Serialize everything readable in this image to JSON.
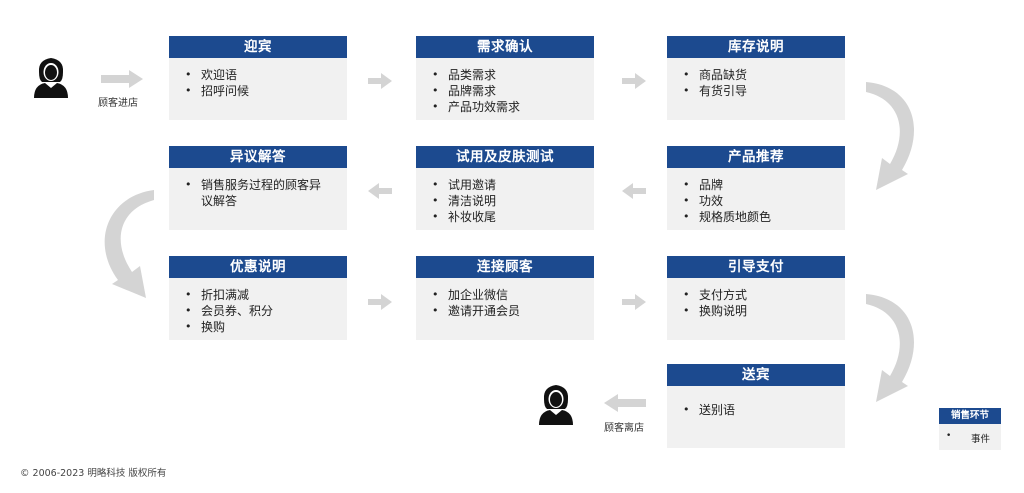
{
  "start": {
    "icon": "woman-icon",
    "caption": "顾客进店"
  },
  "end": {
    "icon": "woman-icon",
    "caption": "顾客离店"
  },
  "cards": {
    "welcome": {
      "title": "迎宾",
      "items": [
        "欢迎语",
        "招呼问候"
      ]
    },
    "needs": {
      "title": "需求确认",
      "items": [
        "品类需求",
        "品牌需求",
        "产品功效需求"
      ]
    },
    "stock": {
      "title": "库存说明",
      "items": [
        "商品缺货",
        "有货引导"
      ]
    },
    "recommend": {
      "title": "产品推荐",
      "items": [
        "品牌",
        "功效",
        "规格质地颜色"
      ]
    },
    "trial": {
      "title": "试用及皮肤测试",
      "items": [
        "试用邀请",
        "清洁说明",
        "补妆收尾"
      ]
    },
    "objection": {
      "title": "异议解答",
      "items": [
        "销售服务过程的顾客异",
        "议解答"
      ]
    },
    "discount": {
      "title": "优惠说明",
      "items": [
        "折扣满减",
        "会员券、积分",
        "换购"
      ]
    },
    "connect": {
      "title": "连接顾客",
      "items": [
        "加企业微信",
        "邀请开通会员"
      ]
    },
    "payment": {
      "title": "引导支付",
      "items": [
        "支付方式",
        "换购说明"
      ]
    },
    "farewell": {
      "title": "送宾",
      "items": [
        "送别语"
      ]
    }
  },
  "legend": {
    "title": "销售环节",
    "item": "事件"
  },
  "footer": "© 2006-2023 明略科技 版权所有",
  "colors": {
    "header": "#1c4a8f",
    "card_body": "#f1f1f1",
    "arrow": "#d4d4d4"
  }
}
